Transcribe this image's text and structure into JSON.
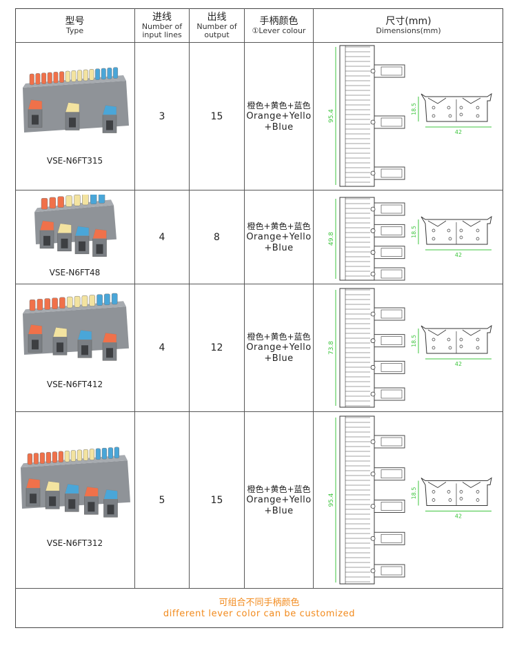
{
  "header": {
    "type_cn": "型号",
    "type_en": "Type",
    "in_cn": "进线",
    "in_en1": "Number of",
    "in_en2": "input lines",
    "out_cn": "出线",
    "out_en1": "Number of",
    "out_en2": "output",
    "color_cn": "手柄颜色",
    "color_en": "①Lever colour",
    "dim_cn": "尺寸(mm)",
    "dim_en": "Dimensions(mm)"
  },
  "rows": [
    {
      "model": "VSE-N6FT315",
      "inputs": "3",
      "outputs": "15",
      "color_cn": "橙色+黄色+蓝色",
      "color_en1": "Orange+Yello",
      "color_en2": "+Blue",
      "length_label": "95.4",
      "height_label": "18.5",
      "width_label": "42"
    },
    {
      "model": "VSE-N6FT48",
      "inputs": "4",
      "outputs": "8",
      "color_cn": "橙色+黄色+蓝色",
      "color_en1": "Orange+Yello",
      "color_en2": "+Blue",
      "length_label": "49.8",
      "height_label": "18.5",
      "width_label": "42"
    },
    {
      "model": "VSE-N6FT412",
      "inputs": "4",
      "outputs": "12",
      "color_cn": "橙色+黄色+蓝色",
      "color_en1": "Orange+Yello",
      "color_en2": "+Blue",
      "length_label": "73.8",
      "height_label": "18.5",
      "width_label": "42"
    },
    {
      "model": "VSE-N6FT312",
      "inputs": "5",
      "outputs": "15",
      "color_cn": "橙色+黄色+蓝色",
      "color_en1": "Orange+Yello",
      "color_en2": "+Blue",
      "length_label": "95.4",
      "height_label": "18.5",
      "width_label": "42"
    }
  ],
  "footer": {
    "cn": "可组合不同手柄颜色",
    "en": "different lever color can be customized"
  },
  "colors": {
    "orange": "#f0714a",
    "yellow": "#f3e3a0",
    "blue": "#4aa6d8",
    "body": "#8f9398",
    "dim_green": "#3cc43c",
    "footer": "#f28a1c"
  }
}
